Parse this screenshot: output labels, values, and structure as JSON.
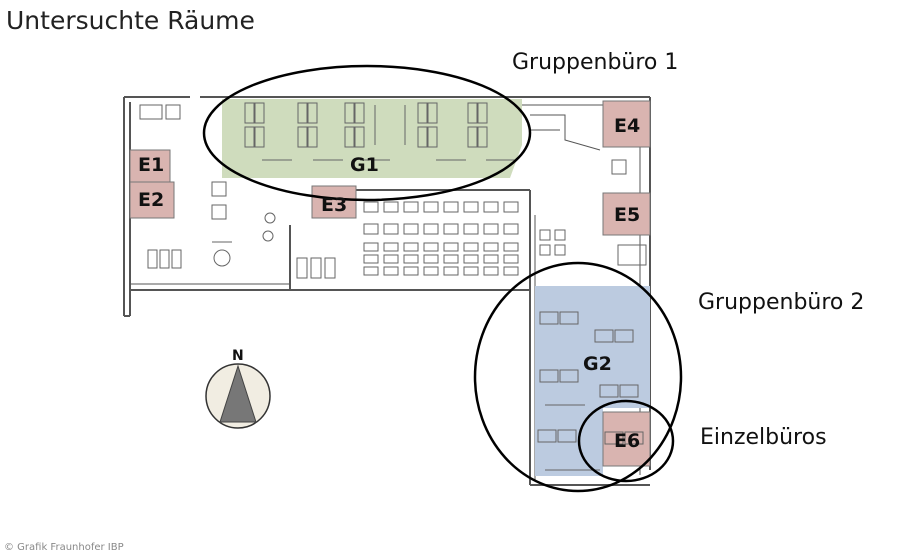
{
  "title": "Untersuchte Räume",
  "annotations": {
    "group_office_1": "Gruppenbüro 1",
    "group_office_2": "Gruppenbüro 2",
    "single_offices": "Einzelbüros"
  },
  "rooms": {
    "E1": "E1",
    "E2": "E2",
    "E3": "E3",
    "E4": "E4",
    "E5": "E5",
    "E6": "E6",
    "G1": "G1",
    "G2": "G2"
  },
  "compass": {
    "north_label": "N"
  },
  "credit": "© Grafik Fraunhofer IBP",
  "colors": {
    "single_office_fill": "#d9b4b0",
    "group_office_1_fill": "#cfdcbd",
    "group_office_2_fill": "#bccbe0",
    "wall": "#555555",
    "furniture": "#666666",
    "ellipse": "#000000"
  }
}
